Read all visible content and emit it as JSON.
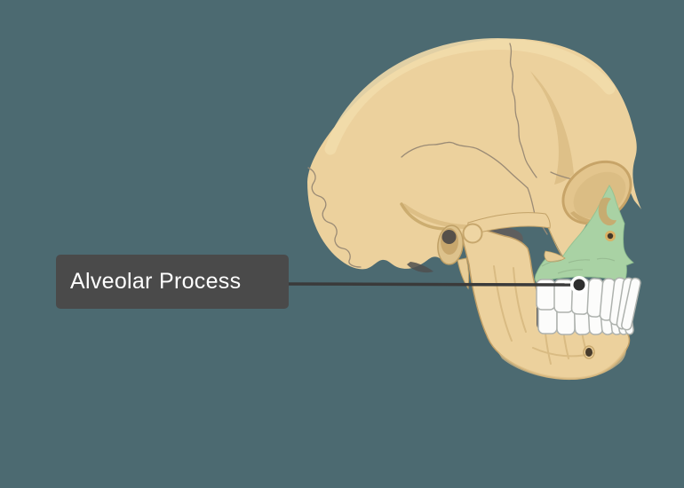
{
  "annotation": {
    "label": "Alveolar Process"
  },
  "illustration": {
    "name": "skull-lateral-view",
    "highlighted_structure": "Alveolar Process"
  },
  "colors": {
    "background": "#4C6A71",
    "label_background": "#4A4A4A",
    "label_text": "#FFFFFF",
    "leader_line": "#3A3A3A",
    "marker_dot": "#2E2E2E",
    "marker_ring": "#FFFFFF",
    "bone": "#ECD19D",
    "bone_outline": "#C9A96E",
    "bone_shade": "#DCBD85",
    "highlight_green": "#A9D2A4",
    "teeth": "#FCFCFB",
    "recess_dark": "#5E5E5E"
  }
}
